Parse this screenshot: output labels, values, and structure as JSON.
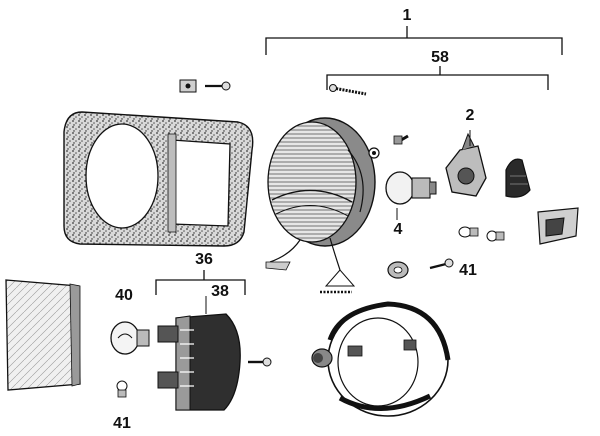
{
  "diagram": {
    "callouts": {
      "c1": "1",
      "c58": "58",
      "c2": "2",
      "c4": "4",
      "c41_right": "41",
      "c36": "36",
      "c38": "38",
      "c40": "40",
      "c41_left": "41"
    },
    "colors": {
      "ink": "#111111",
      "paper": "#ffffff",
      "stipple": "#3a3a3a",
      "shade": "#9a9a9a"
    }
  }
}
